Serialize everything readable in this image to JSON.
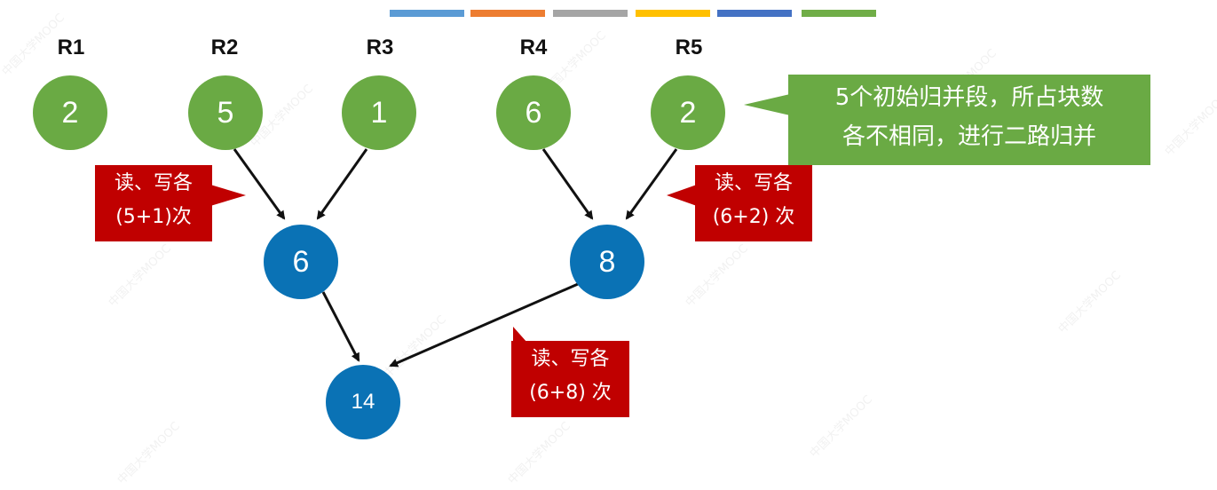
{
  "colors": {
    "green_node": "#6aaa44",
    "blue_node": "#0a72b5",
    "callout_red": "#c00000",
    "note_green": "#6aaa44",
    "arrow": "#111111",
    "bars": [
      "#5b9bd5",
      "#ed7d31",
      "#a5a5a5",
      "#ffc000",
      "#4472c4",
      "#70ad47"
    ]
  },
  "runs": [
    {
      "label": "R1",
      "value": "2"
    },
    {
      "label": "R2",
      "value": "5"
    },
    {
      "label": "R3",
      "value": "1"
    },
    {
      "label": "R4",
      "value": "6"
    },
    {
      "label": "R5",
      "value": "2"
    }
  ],
  "merged": {
    "left": "6",
    "right": "8",
    "final": "14"
  },
  "callouts": {
    "left": {
      "line1": "读、写各",
      "line2": "(5+1)次"
    },
    "right": {
      "line1": "读、写各",
      "line2": "(6+2) 次"
    },
    "bottom": {
      "line1": "读、写各",
      "line2": "(6+8) 次"
    }
  },
  "note": {
    "line1": "5个初始归并段，所占块数",
    "line2": "各不相同，进行二路归并"
  },
  "watermark": "中国大学MOOC"
}
